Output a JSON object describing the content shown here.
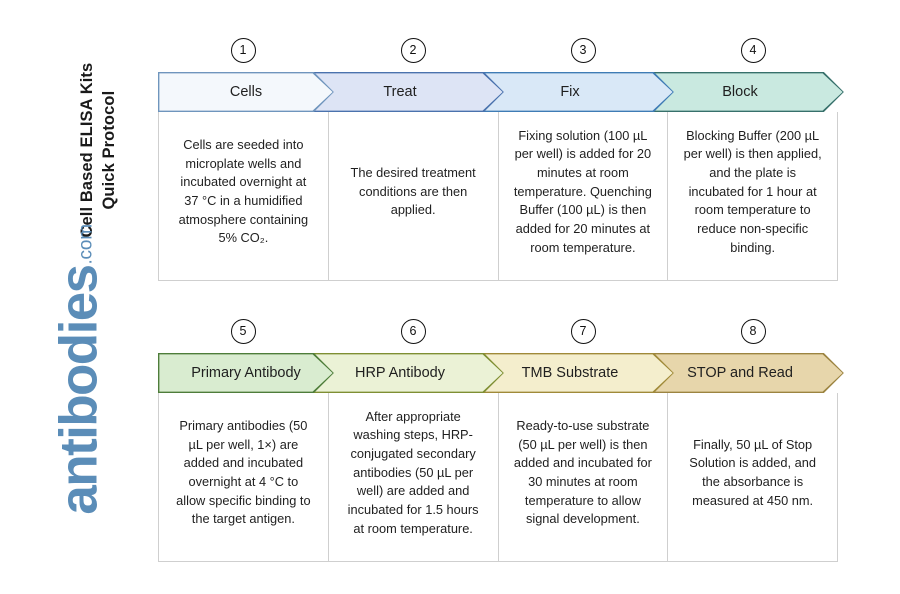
{
  "document": {
    "title_lines": [
      "Cell Based ELISA Kits",
      "Quick Protocol"
    ],
    "title_full": "Cell Based ELISA Kits Quick Protocol"
  },
  "brand": {
    "name": "antibodies",
    "tld": ".com",
    "color": "#5b8db8"
  },
  "rows": [
    {
      "name": "row-1",
      "steps": [
        {
          "number": "1",
          "label": "Cells",
          "body": "Cells are seeded into microplate wells and incubated overnight at 37 °C in a humidified atmosphere containing 5% CO₂.",
          "fill": "#f4f8fc",
          "stroke": "#6f95bd"
        },
        {
          "number": "2",
          "label": "Treat",
          "body": "The desired treatment conditions are then applied.",
          "fill": "#dde4f5",
          "stroke": "#4a72ad"
        },
        {
          "number": "3",
          "label": "Fix",
          "body": "Fixing solution (100 µL per well) is added for 20 minutes at room temperature. Quenching Buffer (100 µL) is then added for 20 minutes at room temperature.",
          "fill": "#d9e8f7",
          "stroke": "#3f7cb5"
        },
        {
          "number": "4",
          "label": "Block",
          "body": "Blocking Buffer (200 µL per well) is then applied, and the plate is incubated for 1 hour at room temperature to reduce non-specific binding.",
          "fill": "#c9e9e0",
          "stroke": "#37706b"
        }
      ]
    },
    {
      "name": "row-2",
      "steps": [
        {
          "number": "5",
          "label": "Primary Antibody",
          "body": "Primary antibodies (50 µL per well, 1×) are added and incubated overnight at 4 °C to allow specific binding to the target antigen.",
          "fill": "#d9ecd0",
          "stroke": "#4e7d3a"
        },
        {
          "number": "6",
          "label": "HRP Antibody",
          "body": "After appropriate washing steps, HRP-conjugated secondary antibodies (50 µL per well) are added and incubated for 1.5 hours at room temperature.",
          "fill": "#ebf2d6",
          "stroke": "#7f8f33"
        },
        {
          "number": "7",
          "label": "TMB Substrate",
          "body": "Ready-to-use substrate (50 µL per well) is then added and incubated for 30 minutes at room temperature to allow signal development.",
          "fill": "#f4eecd",
          "stroke": "#a08a39"
        },
        {
          "number": "8",
          "label": "STOP and Read",
          "body": "Finally, 50 µL of Stop Solution is added, and the absorbance is measured at 450 nm.",
          "fill": "#e7d6ab",
          "stroke": "#9c8441"
        }
      ]
    }
  ]
}
